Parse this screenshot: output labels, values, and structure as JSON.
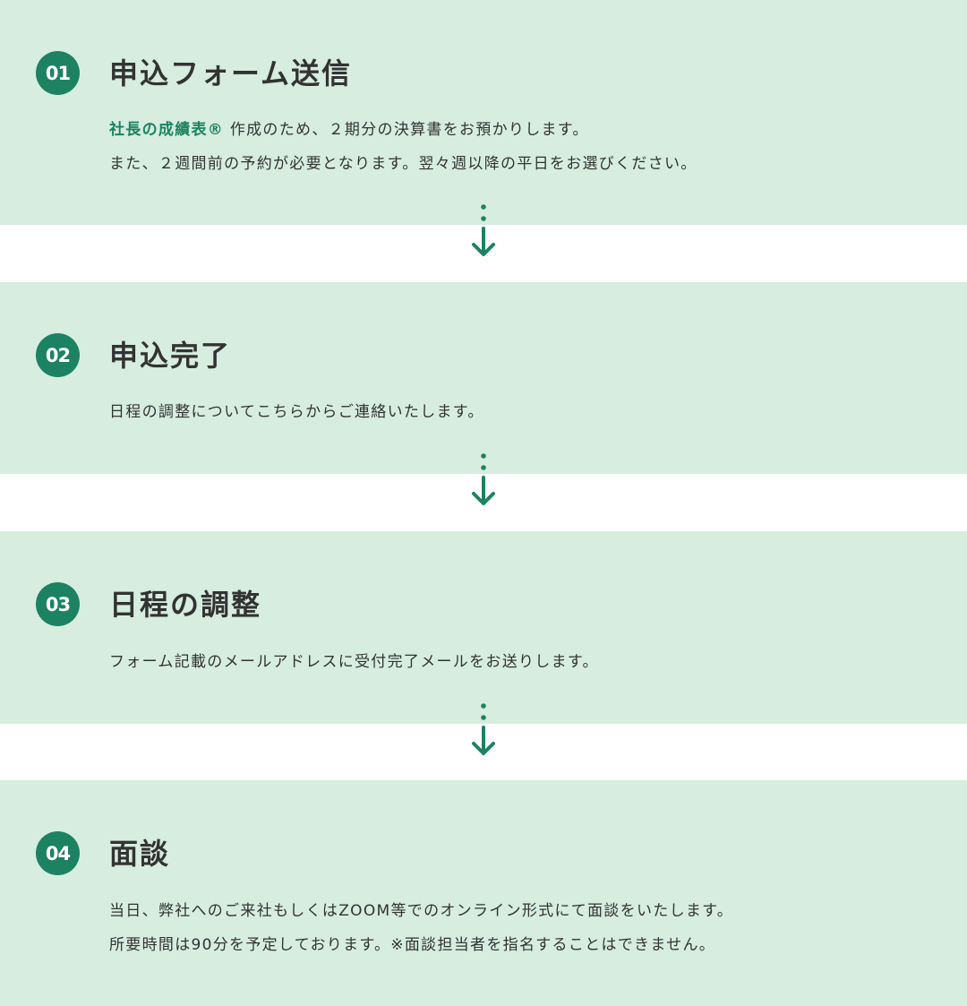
{
  "steps": [
    {
      "number": "01",
      "title": "申込フォーム送信",
      "highlight": "社長の成績表®",
      "lines": [
        " 作成のため、２期分の決算書をお預かりします。",
        "また、２週間前の予約が必要となります。翌々週以降の平日をお選びください。"
      ]
    },
    {
      "number": "02",
      "title": "申込完了",
      "lines": [
        "日程の調整についてこちらからご連絡いたします。"
      ]
    },
    {
      "number": "03",
      "title": "日程の調整",
      "lines": [
        "フォーム記載のメールアドレスに受付完了メールをお送りします。"
      ]
    },
    {
      "number": "04",
      "title": "面談",
      "lines": [
        "当日、弊社へのご来社もしくはZOOM等でのオンライン形式にて面談をいたします。",
        "所要時間は90分を予定しております。※面談担当者を指名することはできません。"
      ]
    }
  ],
  "colors": {
    "accent": "#1d8262",
    "section_bg": "#d6ede0"
  }
}
